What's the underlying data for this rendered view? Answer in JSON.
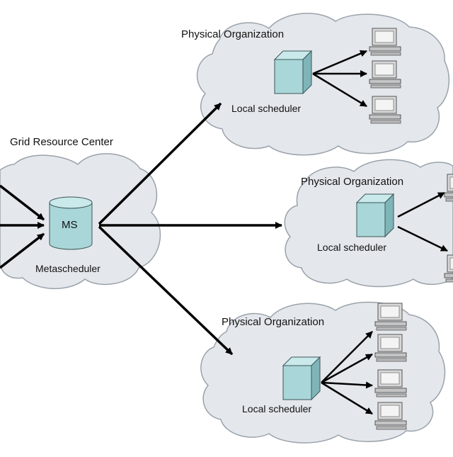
{
  "colors": {
    "cloud_fill": "#e4e8ec",
    "cloud_stroke": "#9aa2aa",
    "node_fill": "#a9d6d8",
    "node_top": "#c9e9ea",
    "node_side": "#7fb5b8",
    "arrow": "#000000"
  },
  "grid": {
    "title": "Grid Resource Center",
    "node_label": "MS",
    "caption": "Metascheduler"
  },
  "organizations": [
    {
      "title": "Physical Organization",
      "scheduler": "Local scheduler",
      "computers": 3
    },
    {
      "title": "Physical Organization",
      "scheduler": "Local scheduler",
      "computers": 2
    },
    {
      "title": "Physical Organization",
      "scheduler": "Local scheduler",
      "computers": 4
    }
  ],
  "icons": {
    "metascheduler": "cylinder-database-icon",
    "scheduler": "server-box-icon",
    "computer": "desktop-computer-icon"
  }
}
